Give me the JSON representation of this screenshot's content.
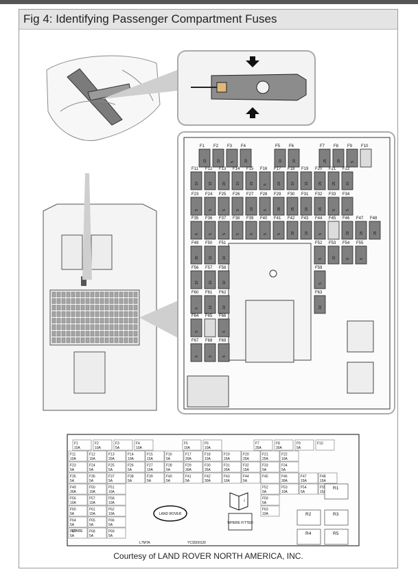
{
  "figure": {
    "title": "Fig 4: Identifying Passenger Compartment Fuses",
    "caption": "Courtesy of LAND ROVER NORTH AMERICA, INC."
  },
  "fuse_panel": {
    "rows": [
      [
        {
          "id": "F1",
          "amp": "10"
        },
        {
          "id": "F2",
          "amp": "10"
        },
        {
          "id": "F3",
          "amp": "5"
        },
        {
          "id": "F4",
          "amp": "10"
        },
        {
          "id": "F5",
          "amp": "10"
        },
        {
          "id": "F6",
          "amp": "10"
        },
        {
          "id": "F7",
          "amp": "25"
        },
        {
          "id": "F8",
          "amp": "30"
        },
        {
          "id": "F9",
          "amp": "5"
        },
        {
          "id": "F10",
          "amp": ""
        }
      ],
      [
        {
          "id": "F11",
          "amp": "10"
        },
        {
          "id": "F12",
          "amp": "15"
        },
        {
          "id": "F13",
          "amp": "20"
        },
        {
          "id": "F14",
          "amp": "10"
        },
        {
          "id": "F15",
          "amp": "15"
        },
        {
          "id": "F16",
          "amp": "5"
        },
        {
          "id": "F17",
          "amp": "20"
        },
        {
          "id": "F18",
          "amp": "10"
        },
        {
          "id": "F19",
          "amp": "15"
        },
        {
          "id": "F20",
          "amp": "25"
        },
        {
          "id": "F21",
          "amp": "25"
        },
        {
          "id": "F22",
          "amp": "10"
        }
      ],
      [
        {
          "id": "F23",
          "amp": "5"
        },
        {
          "id": "F24",
          "amp": "5"
        },
        {
          "id": "F25",
          "amp": "5"
        },
        {
          "id": "F26",
          "amp": "5"
        },
        {
          "id": "F27",
          "amp": "10"
        },
        {
          "id": "F28",
          "amp": "5"
        },
        {
          "id": "F29",
          "amp": "30"
        },
        {
          "id": "F30",
          "amp": "25"
        },
        {
          "id": "F31",
          "amp": "20"
        },
        {
          "id": "F32",
          "amp": "15"
        },
        {
          "id": "F33",
          "amp": "5"
        },
        {
          "id": "F34",
          "amp": "5"
        }
      ],
      [
        {
          "id": "F35",
          "amp": "5"
        },
        {
          "id": "F36",
          "amp": "5"
        },
        {
          "id": "F37",
          "amp": "5"
        },
        {
          "id": "F38",
          "amp": "5"
        },
        {
          "id": "F39",
          "amp": "5"
        },
        {
          "id": "F40",
          "amp": "5"
        },
        {
          "id": "F41",
          "amp": "5"
        },
        {
          "id": "F42",
          "amp": "30"
        },
        {
          "id": "F43",
          "amp": "10"
        },
        {
          "id": "F44",
          "amp": "5"
        },
        {
          "id": "F45",
          "amp": ""
        },
        {
          "id": "F46",
          "amp": "30"
        },
        {
          "id": "F47",
          "amp": "15"
        },
        {
          "id": "F48",
          "amp": "15"
        }
      ],
      [
        {
          "id": "F49",
          "amp": "30"
        },
        {
          "id": "F50",
          "amp": "10"
        },
        {
          "id": "F51",
          "amp": "10"
        },
        {
          "id": "F52",
          "amp": "5"
        },
        {
          "id": "F53",
          "amp": "10"
        },
        {
          "id": "F54",
          "amp": "5"
        },
        {
          "id": "F55",
          "amp": "5"
        }
      ],
      [
        {
          "id": "F56",
          "amp": "10"
        },
        {
          "id": "F57",
          "amp": "10"
        },
        {
          "id": "F58",
          "amp": "10"
        },
        {
          "id": "F59",
          "amp": "5"
        }
      ],
      [
        {
          "id": "F60",
          "amp": "5"
        },
        {
          "id": "F61",
          "amp": "10"
        },
        {
          "id": "F62",
          "amp": "10"
        },
        {
          "id": "F63",
          "amp": "10"
        }
      ],
      [
        {
          "id": "F64",
          "amp": "5"
        },
        {
          "id": "F65",
          "amp": ""
        },
        {
          "id": "F66",
          "amp": "5"
        }
      ],
      [
        {
          "id": "F67",
          "amp": "5"
        },
        {
          "id": "F68",
          "amp": "5"
        },
        {
          "id": "F69",
          "amp": "5"
        }
      ]
    ]
  },
  "label_card": {
    "rows": [
      [
        {
          "id": "F1",
          "amp": "10A"
        },
        {
          "id": "F2",
          "amp": "10A"
        },
        {
          "id": "F3",
          "amp": "5A"
        },
        {
          "id": "F4",
          "amp": "10A"
        },
        {
          "id": "F5",
          "amp": "10A"
        },
        {
          "id": "F6",
          "amp": "10A"
        },
        {
          "id": "F7",
          "amp": "25A"
        },
        {
          "id": "F8",
          "amp": "30A"
        },
        {
          "id": "F9",
          "amp": "5A"
        },
        {
          "id": "F10",
          "amp": ""
        }
      ],
      [
        {
          "id": "F11",
          "amp": "10A"
        },
        {
          "id": "F12",
          "amp": "15A"
        },
        {
          "id": "F13",
          "amp": "20A"
        },
        {
          "id": "F14",
          "amp": "10A"
        },
        {
          "id": "F15",
          "amp": "15A"
        },
        {
          "id": "F16",
          "amp": "5A"
        },
        {
          "id": "F17",
          "amp": "20A"
        },
        {
          "id": "F18",
          "amp": "10A"
        },
        {
          "id": "F19",
          "amp": "15A"
        },
        {
          "id": "F20",
          "amp": "25A"
        },
        {
          "id": "F21",
          "amp": "25A"
        },
        {
          "id": "F22",
          "amp": "10A"
        }
      ],
      [
        {
          "id": "F23",
          "amp": "5A"
        },
        {
          "id": "F24",
          "amp": "5A"
        },
        {
          "id": "F25",
          "amp": "5A"
        },
        {
          "id": "F26",
          "amp": "5A"
        },
        {
          "id": "F27",
          "amp": "10A"
        },
        {
          "id": "F28",
          "amp": "5A"
        },
        {
          "id": "F29",
          "amp": "30A"
        },
        {
          "id": "F30",
          "amp": "25A"
        },
        {
          "id": "F31",
          "amp": "20A"
        },
        {
          "id": "F32",
          "amp": "15A"
        },
        {
          "id": "F33",
          "amp": "5A"
        },
        {
          "id": "F34",
          "amp": "5A"
        }
      ],
      [
        {
          "id": "F35",
          "amp": "5A"
        },
        {
          "id": "F36",
          "amp": "5A"
        },
        {
          "id": "F37",
          "amp": "5A"
        },
        {
          "id": "F38",
          "amp": "5A"
        },
        {
          "id": "F39",
          "amp": "5A"
        },
        {
          "id": "F40",
          "amp": "5A"
        },
        {
          "id": "F41",
          "amp": "5A"
        },
        {
          "id": "F42",
          "amp": "30A"
        },
        {
          "id": "F43",
          "amp": "10A"
        },
        {
          "id": "F44",
          "amp": "5A"
        },
        {
          "id": "F45",
          "amp": ""
        },
        {
          "id": "F46",
          "amp": "30A"
        },
        {
          "id": "F47",
          "amp": "15A"
        },
        {
          "id": "F48",
          "amp": "15A"
        }
      ],
      [
        {
          "id": "F49",
          "amp": "30A"
        },
        {
          "id": "F50",
          "amp": "10A"
        },
        {
          "id": "F51",
          "amp": "10A"
        },
        {
          "id": "F52",
          "amp": "5A"
        },
        {
          "id": "F53",
          "amp": "10A"
        },
        {
          "id": "F54",
          "amp": "5A"
        },
        {
          "id": "F55",
          "amp": "15A"
        }
      ],
      [
        {
          "id": "F56",
          "amp": "10A"
        },
        {
          "id": "F57",
          "amp": "10A"
        },
        {
          "id": "F58",
          "amp": "10A"
        },
        {
          "id": "F59",
          "amp": "5A"
        }
      ],
      [
        {
          "id": "F60",
          "amp": "5A"
        },
        {
          "id": "F61",
          "amp": "10A"
        },
        {
          "id": "F62",
          "amp": "10A"
        },
        {
          "id": "F63",
          "amp": "10A"
        }
      ],
      [
        {
          "id": "F64",
          "amp": "5A"
        },
        {
          "id": "F65",
          "amp": "5A"
        },
        {
          "id": "F66",
          "amp": "5A"
        }
      ],
      [
        {
          "id": "F67",
          "amp": "5A"
        },
        {
          "id": "F68",
          "amp": "5A"
        },
        {
          "id": "F69",
          "amp": "5A"
        }
      ]
    ],
    "relays": [
      "R1",
      "R2",
      "R3",
      "R4",
      "R5"
    ],
    "where_fitted": "WHERE FITTED",
    "brand": "LAND ROVER",
    "spare": "SPARE",
    "part_code": "L7MTA",
    "part_number": "YCS500120"
  }
}
